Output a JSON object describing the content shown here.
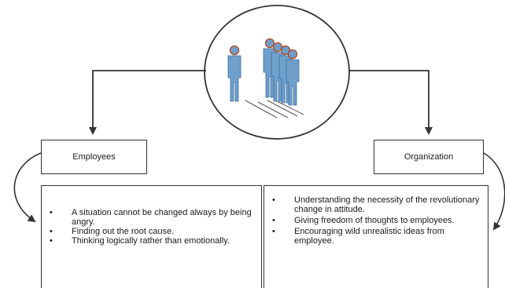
{
  "diagram": {
    "icon": "people-group-icon",
    "left_box": {
      "label": "Employees",
      "items": [
        "A situation cannot be changed always by being angry.",
        "Finding out the root cause.",
        "Thinking logically rather than emotionally."
      ]
    },
    "right_box": {
      "label": "Organization",
      "items": [
        "Understanding the necessity of the revolutionary change in attitude.",
        "Giving freedom of thoughts to employees.",
        "Encouraging wild unrealistic ideas from employee."
      ]
    },
    "colors": {
      "figure_fill": "#6f9fcb",
      "figure_shadow": "#3d6f9e",
      "figure_outline": "#b3471f",
      "line": "#333333"
    }
  }
}
